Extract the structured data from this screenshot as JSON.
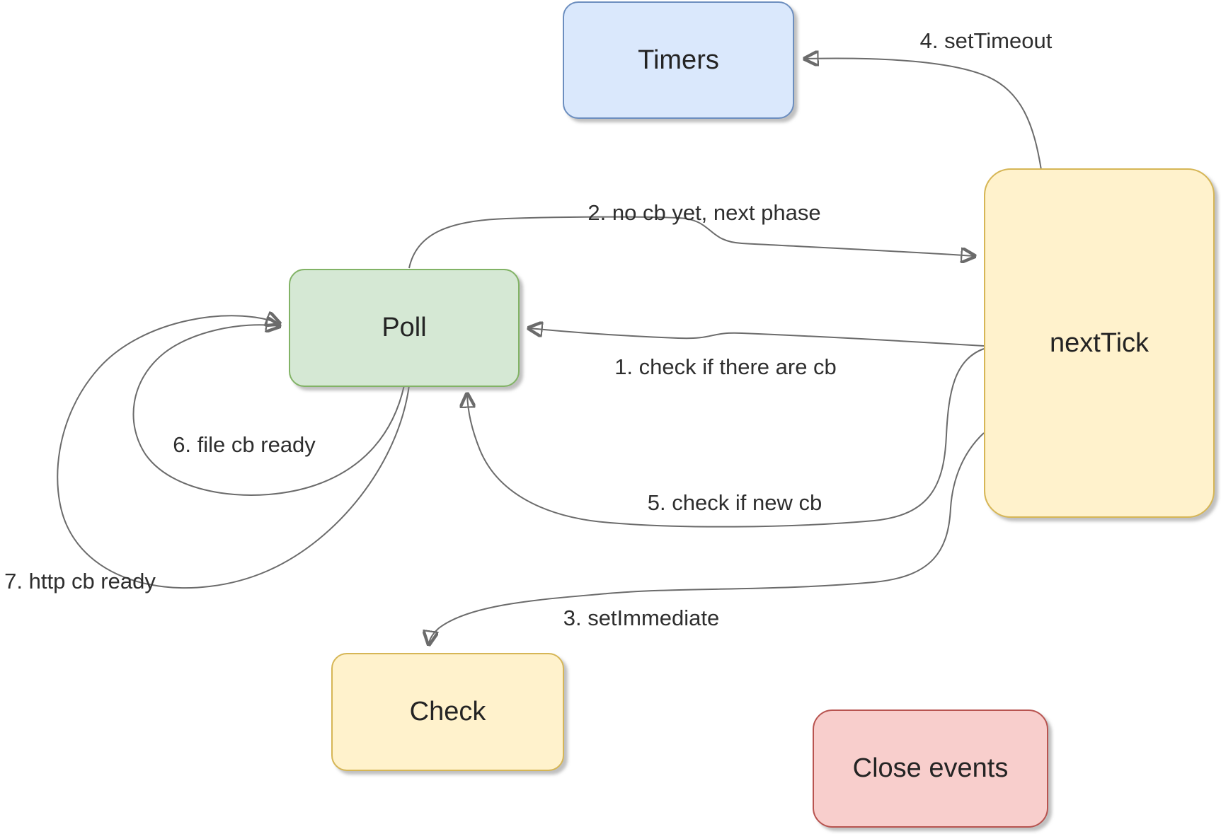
{
  "diagram": {
    "background": "#ffffff",
    "arrow_color": "#6b6b6b",
    "nodes": {
      "timers": {
        "label": "Timers",
        "fill": "#dae8fc",
        "border": "#6c8ebf"
      },
      "poll": {
        "label": "Poll",
        "fill": "#d5e8d4",
        "border": "#82b366"
      },
      "nexttick": {
        "label": "nextTick",
        "fill": "#fff2cc",
        "border": "#d6b656"
      },
      "check": {
        "label": "Check",
        "fill": "#fff2cc",
        "border": "#d6b656"
      },
      "close_events": {
        "label": "Close events",
        "fill": "#f8cecc",
        "border": "#b85450"
      }
    },
    "edges": {
      "e1": {
        "label": "1. check if there are cb",
        "from": "nextTick",
        "to": "Poll"
      },
      "e2": {
        "label": "2. no cb yet, next phase",
        "from": "Poll",
        "to": "nextTick"
      },
      "e3": {
        "label": "3. setImmediate",
        "from": "nextTick",
        "to": "Check"
      },
      "e4": {
        "label": "4. setTimeout",
        "from": "nextTick",
        "to": "Timers"
      },
      "e5": {
        "label": "5. check if new cb",
        "from": "nextTick",
        "to": "Poll"
      },
      "e6": {
        "label": "6. file cb ready",
        "from": "Poll",
        "to": "Poll"
      },
      "e7": {
        "label": "7. http cb ready",
        "from": "Poll",
        "to": "Poll"
      }
    }
  }
}
